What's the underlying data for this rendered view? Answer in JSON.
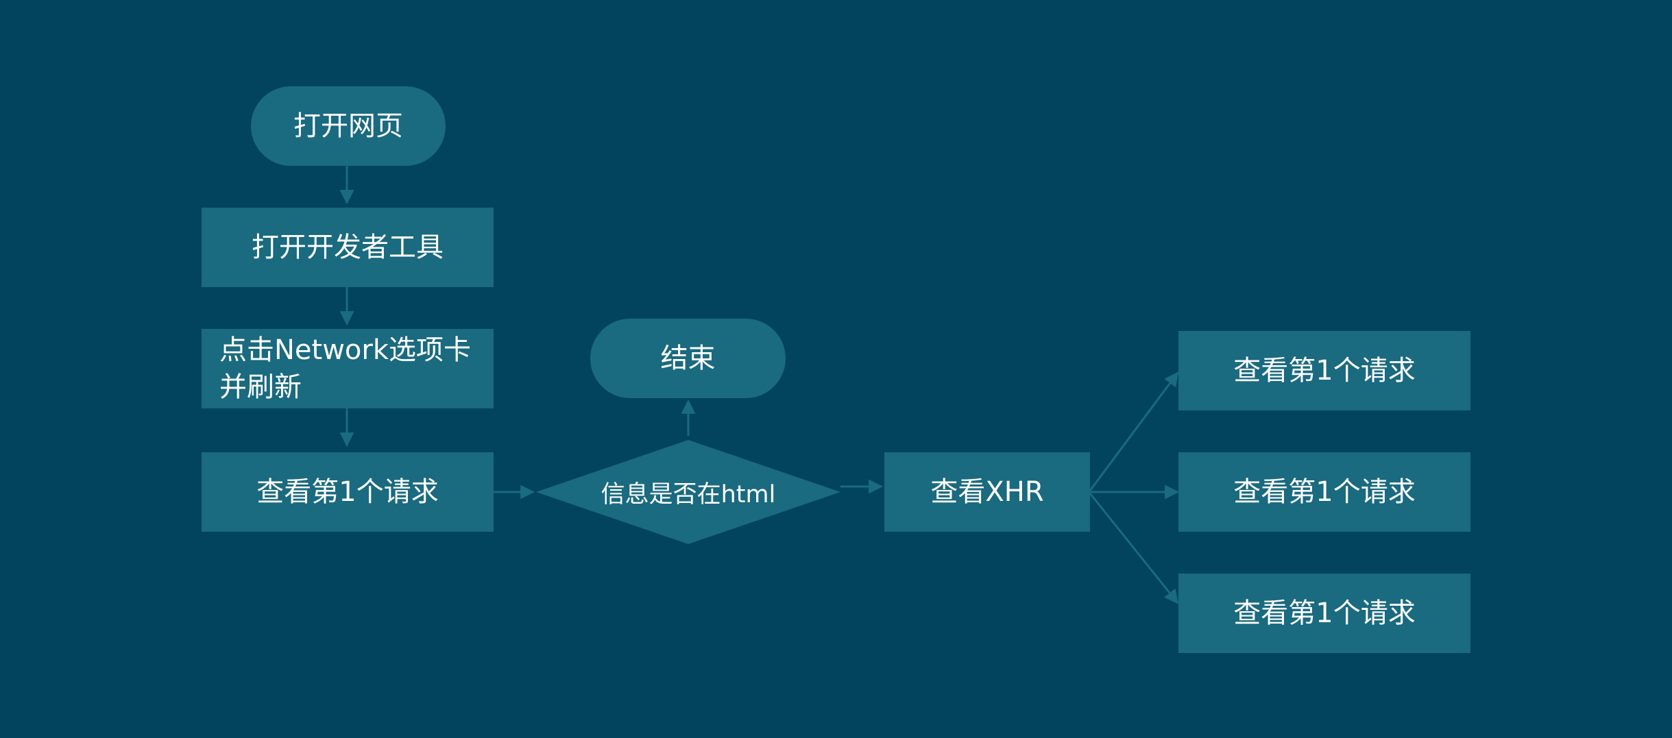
{
  "colors": {
    "background": "#02445e",
    "node_fill": "#1a6a80",
    "text": "#ffffff",
    "connector": "#1a6a80"
  },
  "nodes": {
    "open_page": "打开网页",
    "open_devtools": "打开开发者工具",
    "network_tab_line1": "点击Network选项卡",
    "network_tab_line2": "并刷新",
    "view_first_request": "查看第1个请求",
    "decision": "信息是否在html",
    "end": "结束",
    "view_xhr": "查看XHR",
    "xhr_request_1": "查看第1个请求",
    "xhr_request_2": "查看第1个请求",
    "xhr_request_3": "查看第1个请求"
  }
}
